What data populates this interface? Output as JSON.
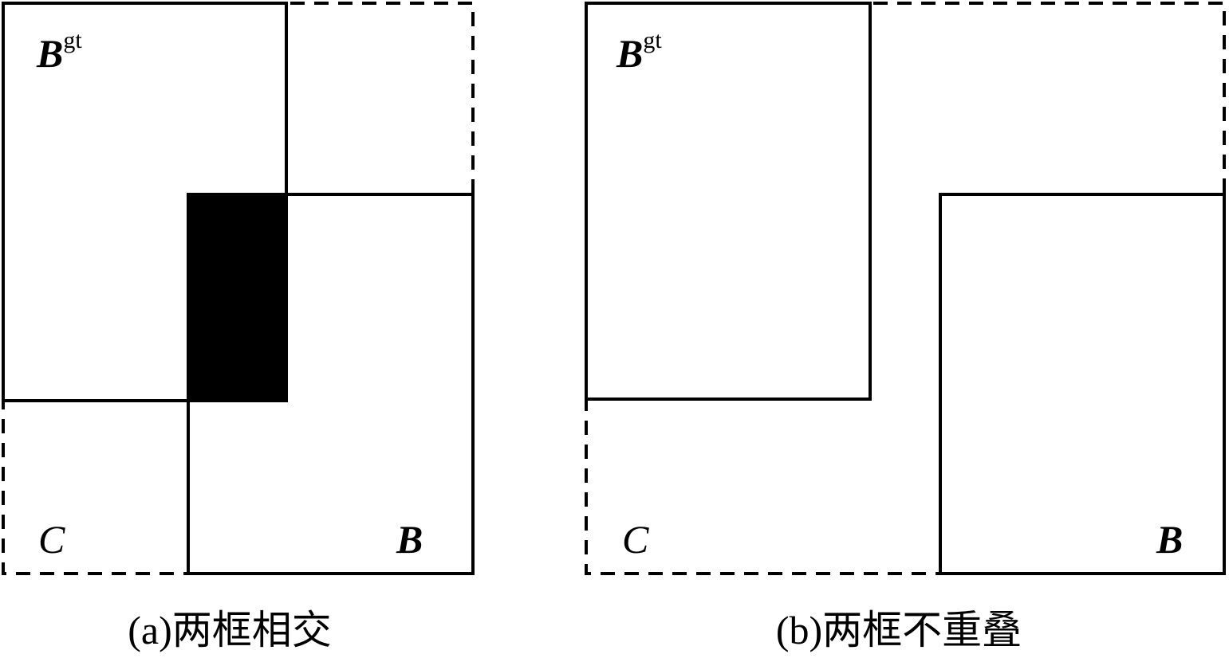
{
  "panels": [
    {
      "id": "a",
      "caption": "(a)两框相交",
      "gt_label": "B",
      "gt_superscript": "gt",
      "pred_label": "B",
      "enclosing_label": "C"
    },
    {
      "id": "b",
      "caption": "(b)两框不重叠",
      "gt_label": "B",
      "gt_superscript": "gt",
      "pred_label": "B",
      "enclosing_label": "C"
    }
  ],
  "colors": {
    "stroke": "#000000",
    "intersection_fill": "#000000",
    "background": "#ffffff"
  }
}
